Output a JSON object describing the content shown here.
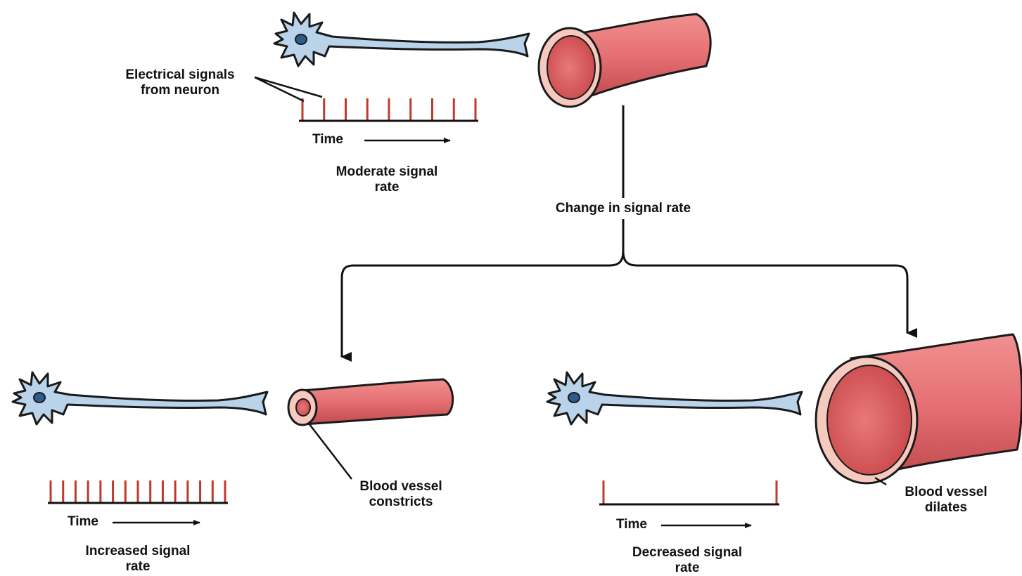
{
  "colors": {
    "neuron_fill": "#b9d3ea",
    "neuron_stroke": "#1a1a1a",
    "nucleus": "#2d5b8c",
    "vessel_outer": "#e8797a",
    "vessel_dark": "#b23a3c",
    "vessel_lumen": "#d9575a",
    "vessel_rim": "#f6c9bf",
    "spike": "#c0392b",
    "ink": "#111111"
  },
  "top_panel": {
    "electrical_signals": "Electrical signals",
    "from_neuron": "from neuron",
    "time_label": "Time",
    "rate_line1": "Moderate signal",
    "rate_line2": "rate",
    "spike_count": 9
  },
  "branch": {
    "label": "Change in signal rate"
  },
  "left_panel": {
    "time_label": "Time",
    "rate_line1": "Increased signal",
    "rate_line2": "rate",
    "vessel_line1": "Blood vessel",
    "vessel_line2": "constricts",
    "spike_count": 15
  },
  "right_panel": {
    "time_label": "Time",
    "rate_line1": "Decreased signal",
    "rate_line2": "rate",
    "vessel_line1": "Blood vessel",
    "vessel_line2": "dilates",
    "spike_count": 2
  }
}
